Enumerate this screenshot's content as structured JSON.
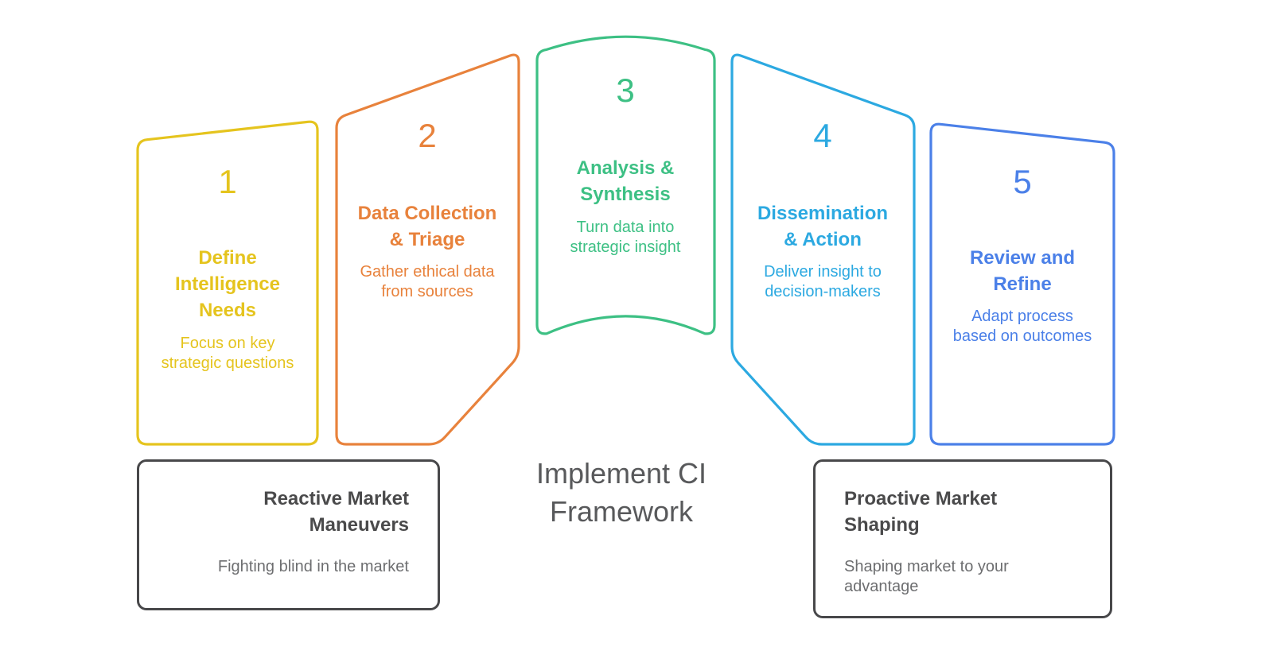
{
  "title": "Implement CI\nFramework",
  "steps": [
    {
      "number": "1",
      "title": "Define\nIntelligence\nNeeds",
      "description": "Focus on key\nstrategic questions",
      "color": "#e5c41e"
    },
    {
      "number": "2",
      "title": "Data Collection\n& Triage",
      "description": "Gather ethical data\nfrom sources",
      "color": "#e8823c"
    },
    {
      "number": "3",
      "title": "Analysis &\nSynthesis",
      "description": "Turn data into\nstrategic insight",
      "color": "#3dc084"
    },
    {
      "number": "4",
      "title": "Dissemination\n& Action",
      "description": "Deliver insight to\ndecision-makers",
      "color": "#2ca9e1"
    },
    {
      "number": "5",
      "title": "Review and\nRefine",
      "description": "Adapt process\nbased on outcomes",
      "color": "#4b80e8"
    }
  ],
  "outcome_boxes": [
    {
      "title": "Reactive Market\nManeuvers",
      "description": "Fighting blind in the market",
      "border_color": "#48484a"
    },
    {
      "title": "Proactive Market\nShaping",
      "description": "Shaping market to your\nadvantage",
      "border_color": "#48484a"
    }
  ]
}
